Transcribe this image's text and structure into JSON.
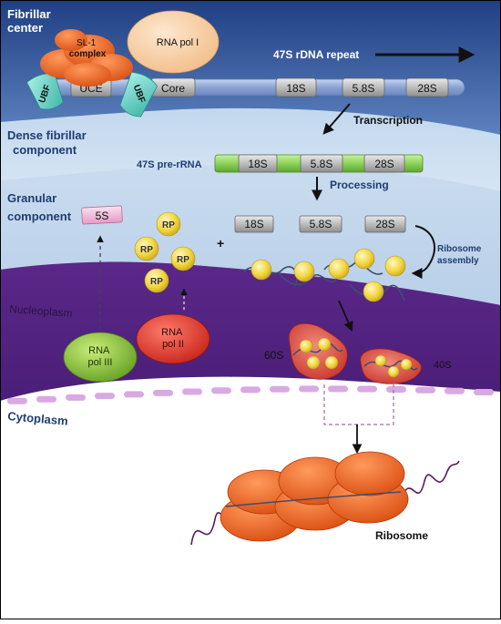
{
  "regions": {
    "fibrillar_center": [
      "Fibrillar",
      "center"
    ],
    "dense_fibrillar": [
      "Dense fibrillar",
      "component"
    ],
    "granular": [
      "Granular",
      "component"
    ],
    "nucleoplasm": "Nucleoplasm",
    "cytoplasm": "Cytoplasm"
  },
  "proteins": {
    "sl1": [
      "SL-1",
      "complex"
    ],
    "rna_pol_i": "RNA pol I",
    "ubf": "UBF",
    "rna_pol_ii": [
      "RNA",
      "pol II"
    ],
    "rna_pol_iii": [
      "RNA",
      "pol III"
    ],
    "rp": "RP"
  },
  "dna": {
    "repeat_label": "47S rDNA repeat",
    "uce": "UCE",
    "core": "Core",
    "genes": [
      "18S",
      "5.8S",
      "28S"
    ]
  },
  "steps": {
    "transcription": "Transcription",
    "processing": "Processing",
    "ribosome_assembly": [
      "Ribosome",
      "assembly"
    ]
  },
  "pre_rrna": {
    "label": "47S pre-rRNA",
    "segments": [
      "18S",
      "5.8S",
      "28S"
    ]
  },
  "granular_items": {
    "five_s": "5S",
    "plus": "+",
    "processed": [
      "18S",
      "5.8S",
      "28S"
    ]
  },
  "subunits": {
    "large": "60S",
    "small": "40S"
  },
  "ribosome_label": "Ribosome",
  "colors": {
    "fibrillar_center_bg": "#2a4d8f",
    "dense_fibrillar_bg": "#bcd3ea",
    "granular_bg": "#cfe0f0",
    "nucleoplasm_bg": "#5b2a8c",
    "rna_segment": "#8bd35a",
    "gene_box": "#b8b8b8",
    "pol_i": "#f7d0a6",
    "pol_ii": "#e8372a",
    "pol_iii": "#8dc63f",
    "rp": "#f2d640",
    "ubf": "#6fd6c8",
    "ribosome": "#f2601e",
    "five_s_box": "#f4c2de"
  }
}
